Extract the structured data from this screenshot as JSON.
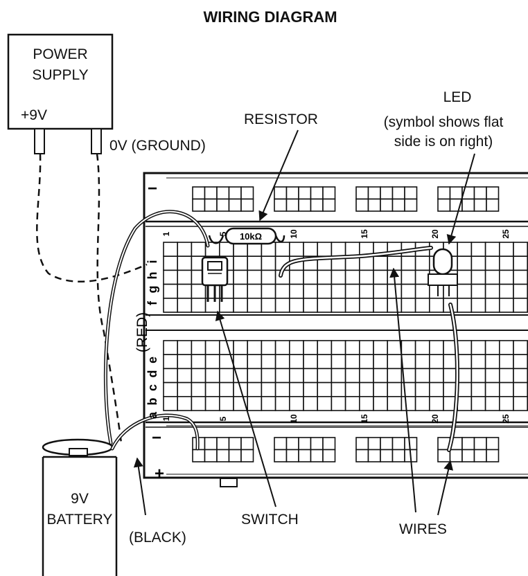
{
  "title": "WIRING DIAGRAM",
  "power_supply": {
    "label_line1": "POWER",
    "label_line2": "SUPPLY",
    "positive": "+9V",
    "ground": "0V (GROUND)"
  },
  "resistor": {
    "label": "RESISTOR",
    "value": "10kΩ"
  },
  "led": {
    "label": "LED",
    "note_line1": "(symbol shows flat",
    "note_line2": "side is on right)"
  },
  "wires": {
    "red": "(RED)",
    "black": "(BLACK)",
    "label": "WIRES"
  },
  "switch": {
    "label": "SWITCH"
  },
  "battery": {
    "label_line1": "9V",
    "label_line2": "BATTERY"
  },
  "breadboard": {
    "rail_minus": "−",
    "rail_plus": "+",
    "top_column_numbers": [
      "1",
      "5",
      "10",
      "15",
      "20",
      "25"
    ],
    "bottom_column_numbers": [
      "1",
      "5",
      "10",
      "15",
      "20",
      "25"
    ],
    "top_row_letters": [
      "f",
      "g",
      "h",
      "i"
    ],
    "bottom_row_letters": [
      "a",
      "b",
      "c",
      "d",
      "e"
    ]
  }
}
